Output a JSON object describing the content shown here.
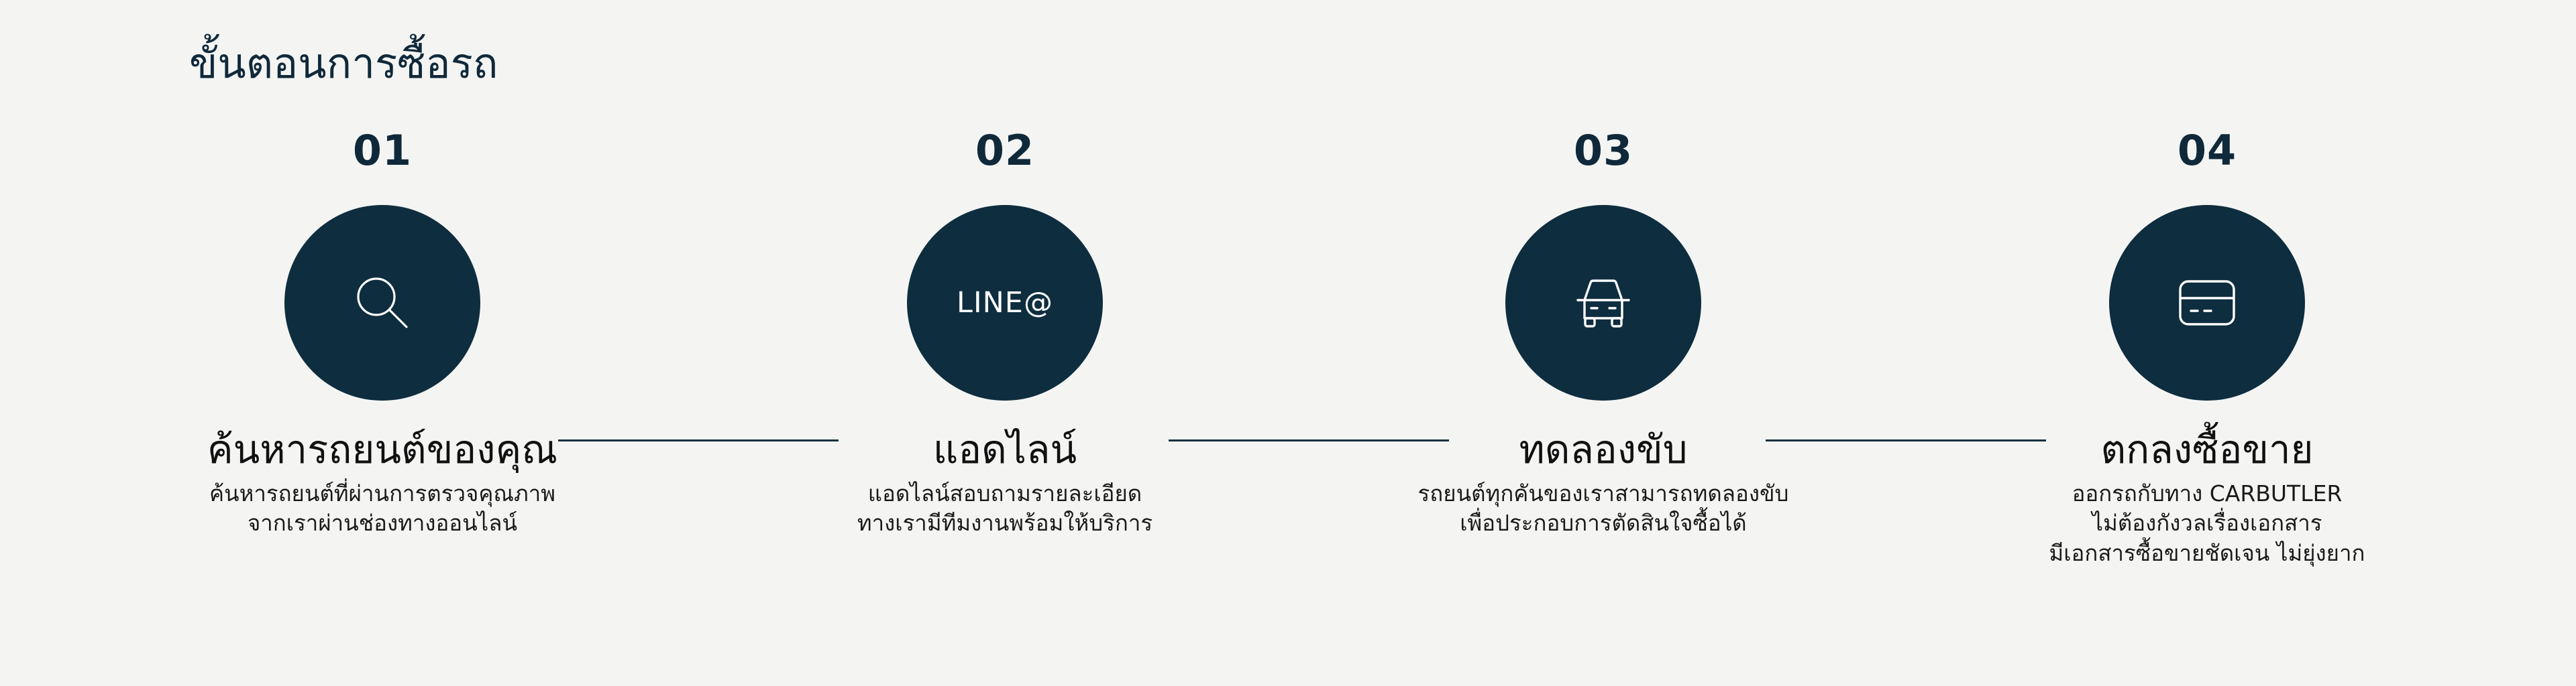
{
  "page": {
    "title": "ขั้นตอนการซื้อรถ",
    "background_color": "#f4f5f3",
    "accent_color": "#0e2d3f",
    "text_color": "#111111"
  },
  "steps": [
    {
      "number": "01",
      "icon": "magnifier-icon",
      "icon_text": "",
      "title": "ค้นหารถยนต์ของคุณ",
      "desc_lines": [
        "ค้นหารถยนต์ที่ผ่านการตรวจคุณภาพ",
        "จากเราผ่านช่องทางออนไลน์"
      ]
    },
    {
      "number": "02",
      "icon": "line-at-wordmark",
      "icon_text": "LINE@",
      "title": "แอดไลน์",
      "desc_lines": [
        "แอดไลน์สอบถามรายละเอียด",
        "ทางเรามีทีมงานพร้อมให้บริการ"
      ]
    },
    {
      "number": "03",
      "icon": "car-front-icon",
      "icon_text": "",
      "title": "ทดลองขับ",
      "desc_lines": [
        "รถยนต์ทุกคันของเราสามารถทดลองขับ",
        "เพื่อประกอบการตัดสินใจซื้อได้"
      ]
    },
    {
      "number": "04",
      "icon": "credit-card-icon",
      "icon_text": "",
      "title": "ตกลงซื้อขาย",
      "desc_lines": [
        "ออกรถกับทาง CARBUTLER",
        "ไม่ต้องกังวลเรื่องเอกสาร",
        "มีเอกสารซื้อขายชัดเจน ไม่ยุ่งยาก"
      ]
    }
  ],
  "connectors": [
    {
      "label": "connector-1-2"
    },
    {
      "label": "connector-2-3"
    },
    {
      "label": "connector-3-4"
    }
  ]
}
